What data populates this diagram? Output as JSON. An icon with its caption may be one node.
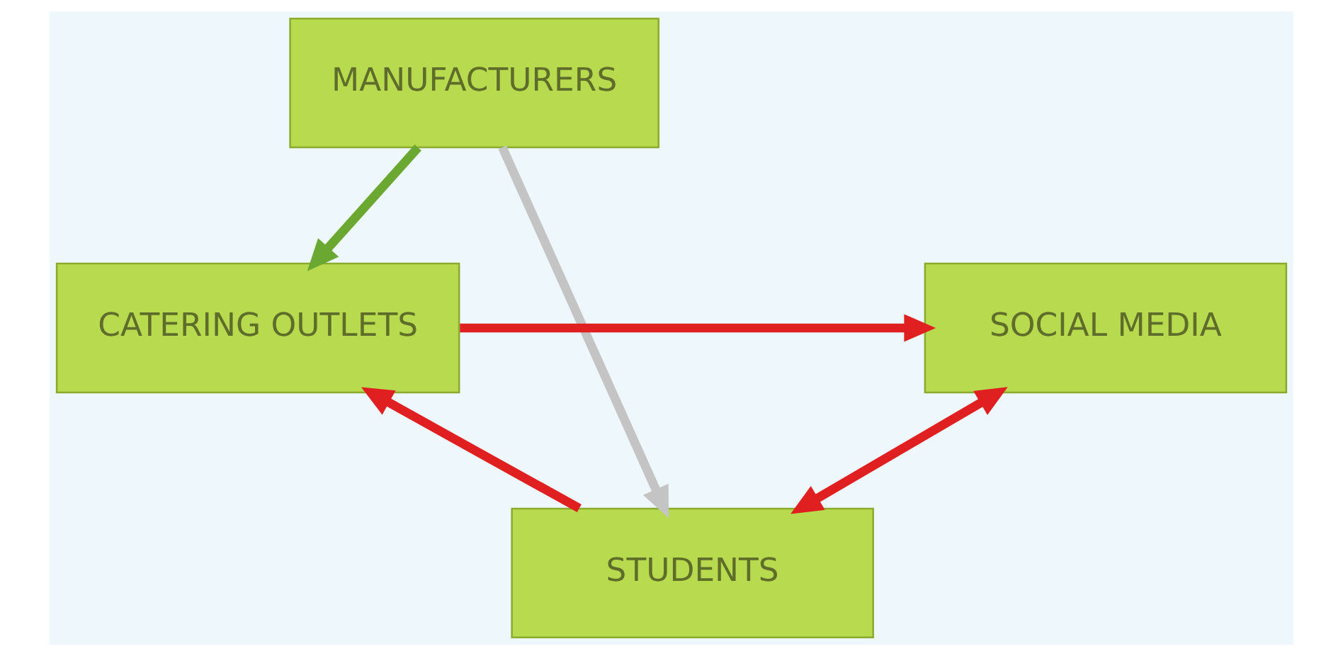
{
  "diagram": {
    "nodes": [
      {
        "text": [
          "MANUFACTURERS"
        ]
      },
      {
        "text": [
          "SOCIAL MEDIA"
        ]
      },
      {
        "text": [
          "CATERING OUTLETS"
        ]
      },
      {
        "text": [
          "STUDENTS"
        ]
      }
    ],
    "edges": [
      {
        "from": 0,
        "to": 2,
        "arrow": "to",
        "color": "#6aa832"
      },
      {
        "from": 2,
        "to": 1,
        "arrow": "to"
      },
      {
        "from": 0,
        "to": 3,
        "arrow": "to",
        "color": "#c4c4c4"
      },
      {
        "from": 1,
        "to": 3,
        "arrow": "both"
      },
      {
        "from": 3,
        "to": 2,
        "arrow": "to"
      }
    ]
  }
}
